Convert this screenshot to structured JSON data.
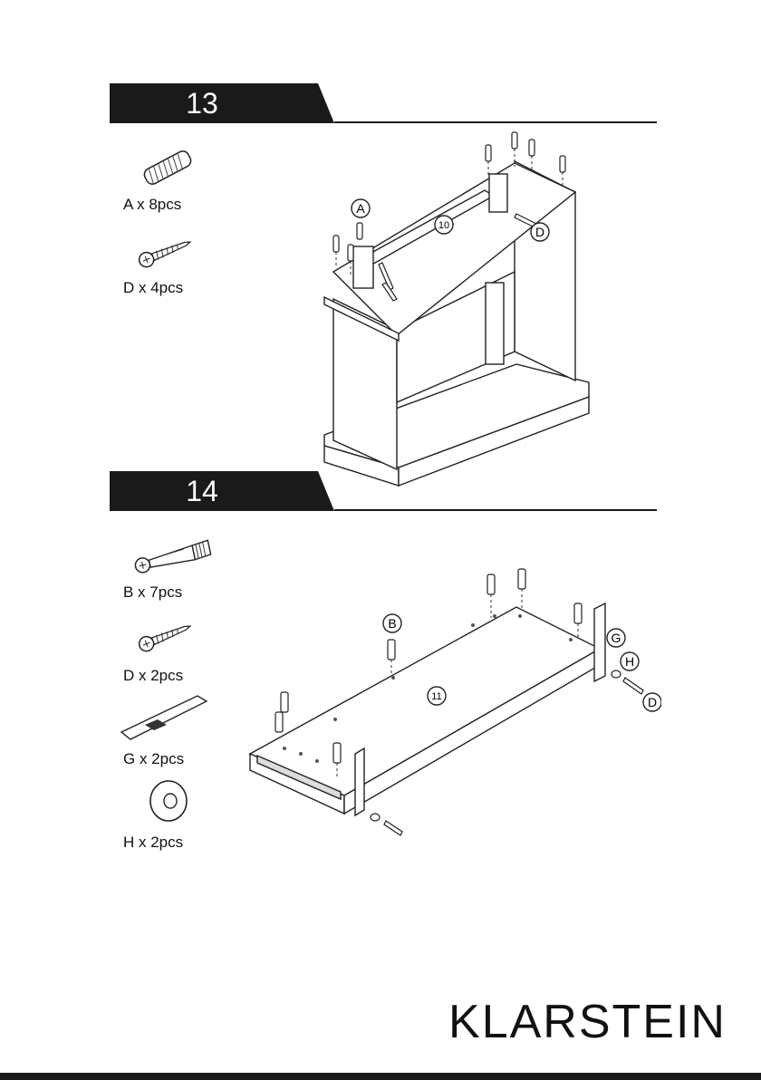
{
  "steps": [
    {
      "number": "13",
      "parts": [
        {
          "label": "A x 8pcs",
          "icon": "dowel-icon"
        },
        {
          "label": "D x 4pcs",
          "icon": "screw-icon"
        }
      ],
      "callouts": {
        "a": "A",
        "d": "D",
        "panel": "10"
      }
    },
    {
      "number": "14",
      "parts": [
        {
          "label": "B x 7pcs",
          "icon": "cam-bolt-icon"
        },
        {
          "label": "D x 2pcs",
          "icon": "screw-icon"
        },
        {
          "label": "G x 2pcs",
          "icon": "bracket-strip-icon"
        },
        {
          "label": "H x 2pcs",
          "icon": "washer-icon"
        }
      ],
      "callouts": {
        "b": "B",
        "g": "G",
        "h": "H",
        "d": "D",
        "panel": "11"
      }
    }
  ],
  "brand": "KLARSTEIN"
}
